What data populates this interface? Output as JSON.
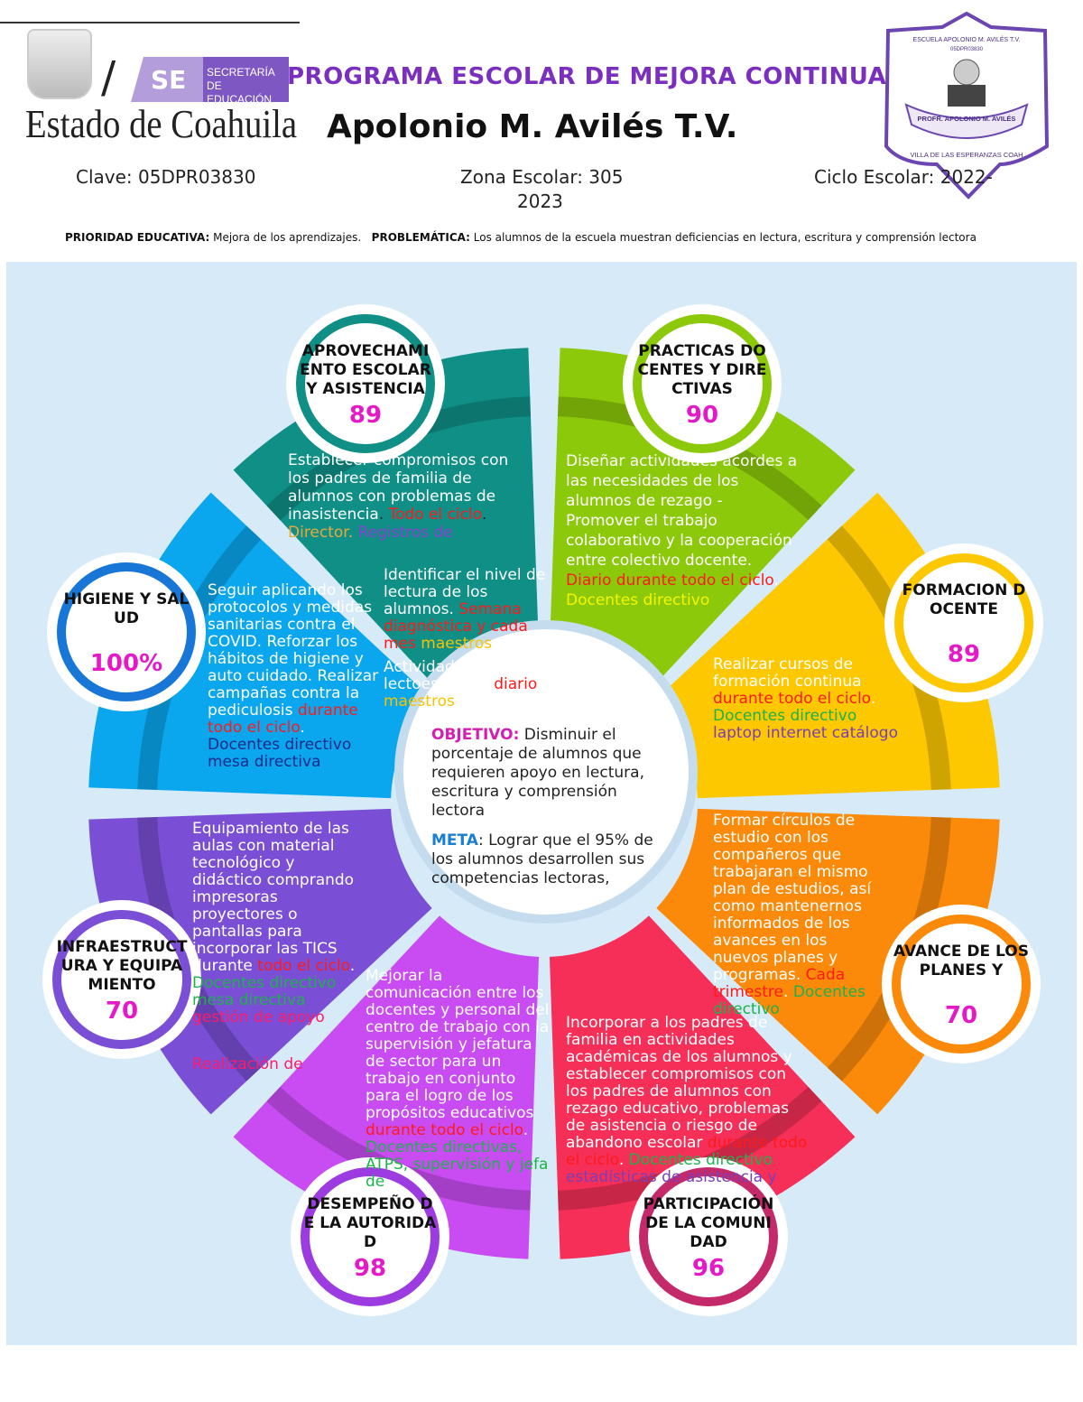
{
  "header": {
    "state_name": "Estado de Coahuila",
    "se_abbr": "SE",
    "se_name": "SECRETARÍA DE EDUCACIÓN",
    "program_title": "PROGRAMA ESCOLAR DE MEJORA CONTINUA",
    "school_name": "Apolonio M. Avilés T.V.",
    "crest_text": [
      "ESCUELA APOLONIO M. AVILÉS T.V.",
      "05DPR03830",
      "PROFR. APOLONIO M. AVILÉS",
      "VILLA DE LAS ESPERANZAS COAH"
    ],
    "clave": "Clave: 05DPR03830",
    "zona": "Zona Escolar: 305",
    "ciclo": "Ciclo Escolar: 2022-",
    "ciclo_end": "2023",
    "prioridad_label": "PRIORIDAD EDUCATIVA:",
    "prioridad": " Mejora de los aprendizajes.",
    "problematica_label": "PROBLEMÁTICA:",
    "problematica": " Los alumnos de la escuela muestran deficiencias en lectura, escritura y comprensión lectora"
  },
  "colors": {
    "teal": "#0f8f86",
    "green": "#8cc90a",
    "yellow": "#fdc800",
    "orange": "#fb8a0a",
    "red": "#f52f57",
    "magenta": "#c84cf2",
    "violet": "#7a4fd6",
    "blue": "#0aa6ee"
  },
  "center": {
    "objetivo_label": "OBJETIVO:",
    "objetivo": " Disminuir el porcentaje de alumnos que requieren apoyo en lectura, escritura y comprensión lectora",
    "meta_label": "META",
    "meta": ": Lograr que el 95% de los alumnos desarrollen sus competencias lectoras,"
  },
  "areas": [
    {
      "label": "APROVECHAMIENTO ESCOLAR Y ASISTENCIA",
      "score": "89"
    },
    {
      "label": "PRACTICAS DOCENTES Y DIRECTIVAS",
      "score": "90"
    },
    {
      "label": "FORMACION DOCENTE",
      "score": "89"
    },
    {
      "label": "AVANCE DE LOS PLANES Y",
      "score": "70"
    },
    {
      "label": "PARTICIPACIÓN DE LA COMUNIDAD",
      "score": "96"
    },
    {
      "label": "DESEMPEÑO DE LA AUTORIDAD",
      "score": "98"
    },
    {
      "label": "INFRAESTRUCTURA Y EQUIPAMIENTO",
      "score": "70"
    },
    {
      "label": "HIGIENE Y SALUD",
      "score": "100%"
    }
  ],
  "cards": {
    "aprov1": [
      {
        "t": "Establecer compromisos con los padres de familia de alumnos con problemas de inasistencia",
        "c": "#fff"
      },
      {
        "t": ". ",
        "c": "#222"
      },
      {
        "t": "Todo el ciclo",
        "c": "#ff1a1a"
      },
      {
        "t": ". ",
        "c": "#222"
      },
      {
        "t": "Director. ",
        "c": "#e8a93a"
      },
      {
        "t": "Registros de",
        "c": "#8a3fd1"
      }
    ],
    "aprov2": [
      {
        "t": "Identificar el nivel de lectura de los alumnos. ",
        "c": "#fff"
      },
      {
        "t": "Semana diagnóstica y cada mes ",
        "c": "#ff1a1a"
      },
      {
        "t": "maestros",
        "c": "#f5c400"
      }
    ],
    "aprov3": [
      {
        "t": "Actividades diarias de lectoescritura ",
        "c": "#fff"
      },
      {
        "t": "diario ",
        "c": "#ff1a1a"
      },
      {
        "t": "maestros",
        "c": "#f5c400"
      }
    ],
    "practicas": [
      {
        "t": "Diseñar actividades acordes a las necesidades de los alumnos de rezago - Promover el trabajo colaborativo y la cooperación entre colectivo docente. ",
        "c": "#fff"
      },
      {
        "t": "Diario durante todo el ciclo",
        "c": "#ff1a1a"
      },
      {
        "t": ". ",
        "c": "#fff"
      },
      {
        "t": "Docentes directivo",
        "c": "#f5f500"
      }
    ],
    "formacion": [
      {
        "t": "Realizar cursos de formación continua ",
        "c": "#fff"
      },
      {
        "t": "durante todo el ciclo",
        "c": "#ff1a1a"
      },
      {
        "t": ". ",
        "c": "#fff"
      },
      {
        "t": "Docentes directivo ",
        "c": "#1bb34a"
      },
      {
        "t": "laptop internet catálogo",
        "c": "#7a3fb8"
      }
    ],
    "avance": [
      {
        "t": "Formar círculos de estudio con los compañeros que trabajaran el mismo plan de estudios, así como mantenernos informados de los avances en los nuevos planes y programas. ",
        "c": "#fff"
      },
      {
        "t": "Cada trimestre",
        "c": "#ff1a1a"
      },
      {
        "t": ". ",
        "c": "#fff"
      },
      {
        "t": "Docentes directivo",
        "c": "#1bb34a"
      }
    ],
    "participacion": [
      {
        "t": "Incorporar a los padres de familia en actividades académicas de los alumnos y establecer compromisos con los padres de alumnos con rezago educativo, problemas de asistencia o riesgo de abandono escolar ",
        "c": "#fff"
      },
      {
        "t": "durante todo el ciclo",
        "c": "#ff1a1a"
      },
      {
        "t": ". ",
        "c": "#fff"
      },
      {
        "t": "Docentes directivo ",
        "c": "#1bb34a"
      },
      {
        "t": "estadísticas de asistencia y",
        "c": "#7a3fb8"
      }
    ],
    "desempeno": [
      {
        "t": "Mejorar la comunicación entre los docentes y personal del centro de trabajo con la supervisión y jefatura de sector para un trabajo en conjunto para el logro de los propósitos educativos ",
        "c": "#fff"
      },
      {
        "t": "durante todo el ciclo",
        "c": "#ff1a1a"
      },
      {
        "t": ". ",
        "c": "#fff"
      },
      {
        "t": "Docentes directivas, ATPS, supervisión y jefa de",
        "c": "#1bb34a"
      }
    ],
    "infra": [
      {
        "t": "Equipamiento de las aulas con material tecnológico y didáctico comprando impresoras proyectores o pantallas para incorporar las TICS durante ",
        "c": "#fff"
      },
      {
        "t": "todo el ciclo",
        "c": "#ff1a1a"
      },
      {
        "t": ". ",
        "c": "#fff"
      },
      {
        "t": "Docentes directivo mesa directiva ",
        "c": "#1bb34a"
      },
      {
        "t": "gestión de apoyo",
        "c": "#ff1a6a"
      }
    ],
    "infra2": [
      {
        "t": "Realización de",
        "c": "#ff1a6a"
      }
    ],
    "higiene": [
      {
        "t": "Seguir aplicando los protocolos y medidas sanitarias contra el COVID. Reforzar los hábitos de higiene y auto cuidado. Realizar campañas contra la pediculosis ",
        "c": "#fff"
      },
      {
        "t": "durante todo el ciclo",
        "c": "#ff1a1a"
      },
      {
        "t": ". ",
        "c": "#fff"
      },
      {
        "t": "Docentes directivo mesa directiva",
        "c": "#1a2a8a"
      }
    ]
  }
}
